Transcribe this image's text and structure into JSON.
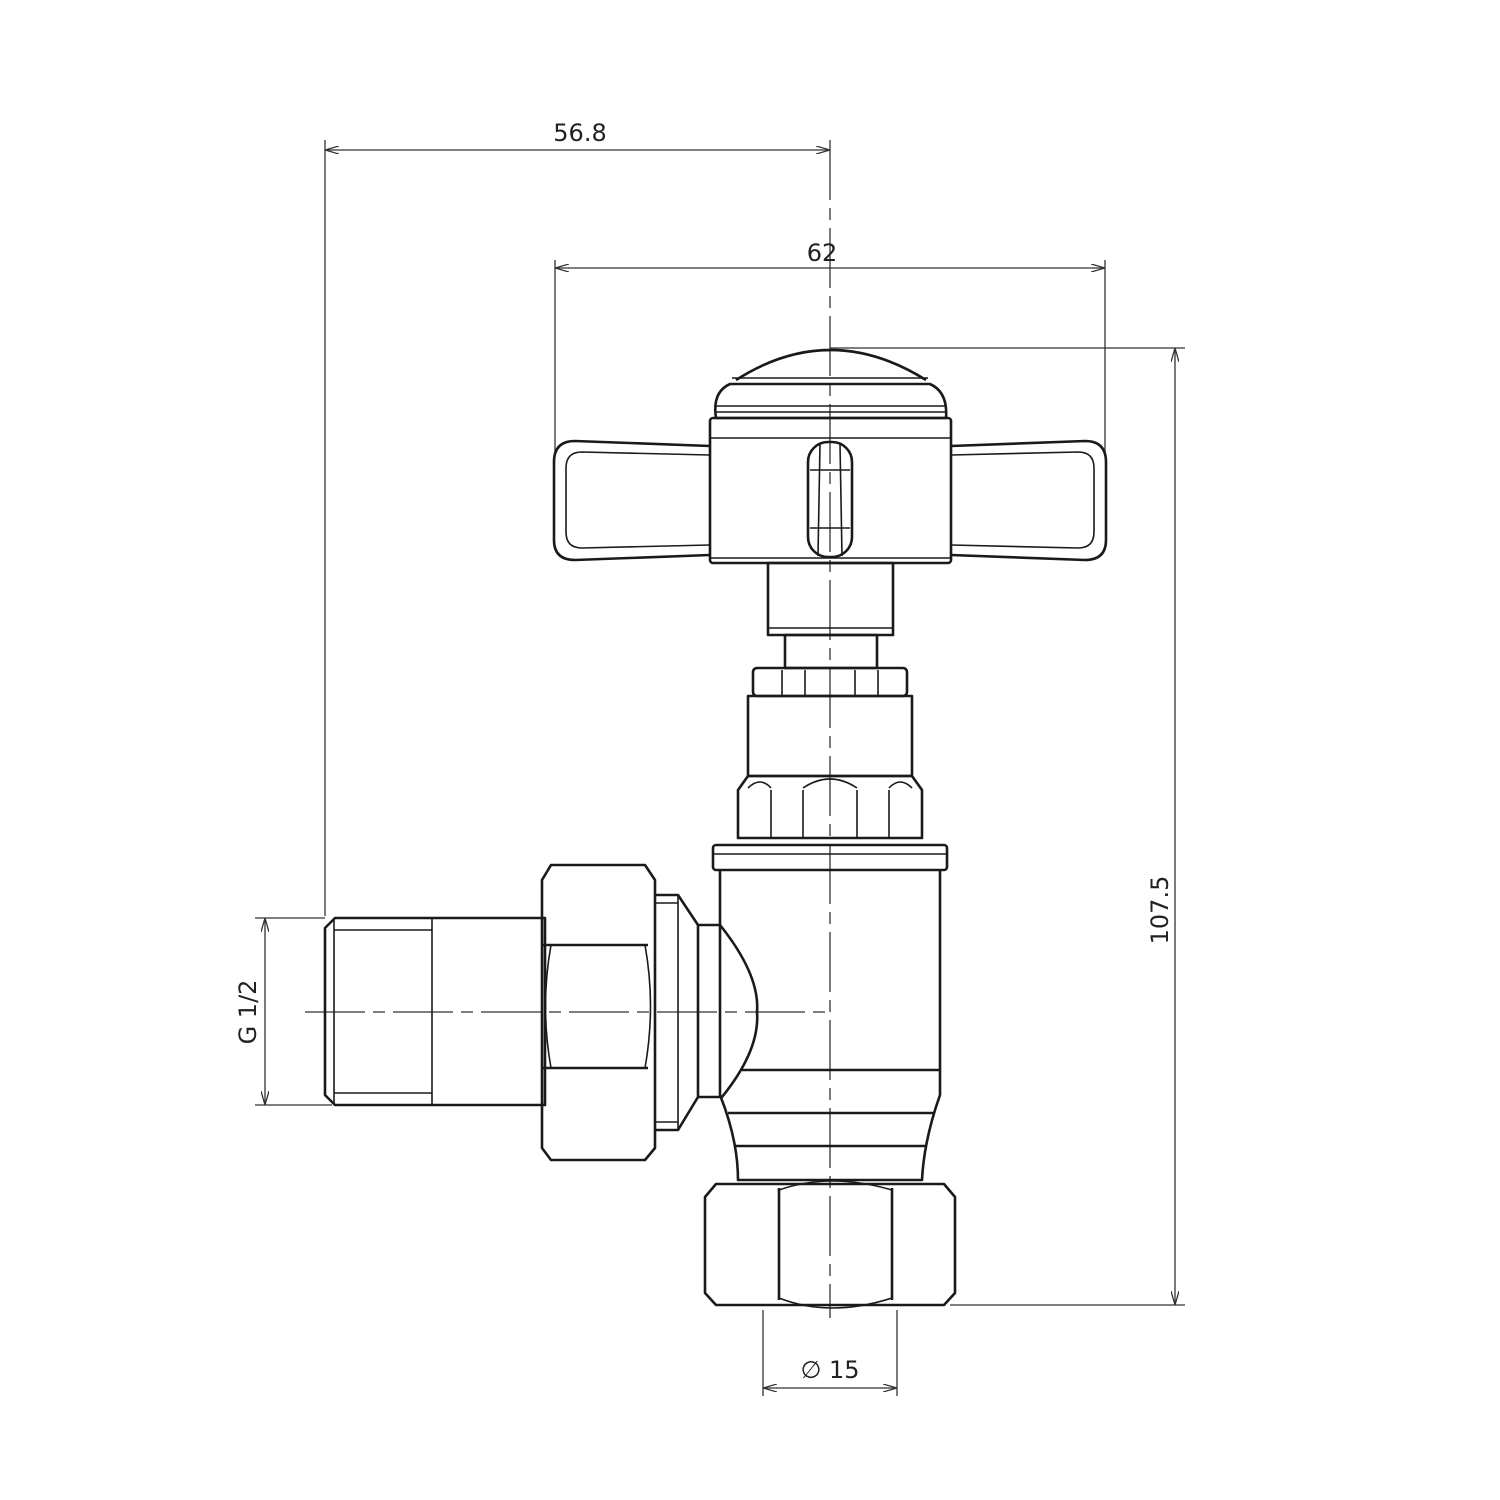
{
  "dimensions": {
    "inlet_offset": "56.8",
    "handle_width": "62",
    "overall_height": "107.5",
    "thread_size": "G 1/2",
    "pipe_diameter": "∅ 15"
  }
}
